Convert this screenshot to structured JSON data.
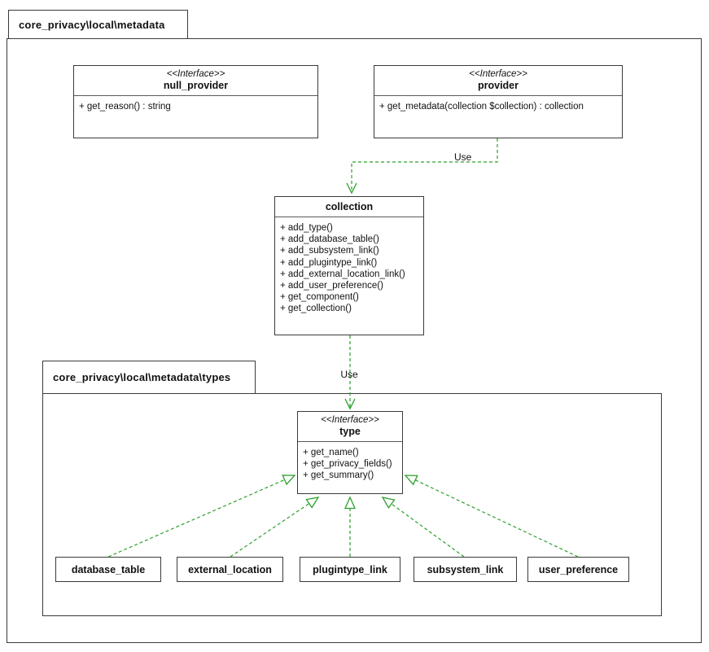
{
  "packages": {
    "outer": {
      "label": "core_privacy\\local\\metadata"
    },
    "inner": {
      "label": "core_privacy\\local\\metadata\\types"
    }
  },
  "classes": {
    "null_provider": {
      "stereotype": "<<Interface>>",
      "name": "null_provider",
      "members": [
        "+ get_reason() : string"
      ]
    },
    "provider": {
      "stereotype": "<<Interface>>",
      "name": "provider",
      "members": [
        "+ get_metadata(collection $collection) : collection"
      ]
    },
    "collection": {
      "name": "collection",
      "members": [
        "+ add_type()",
        "+ add_database_table()",
        "+ add_subsystem_link()",
        "+ add_plugintype_link()",
        "+ add_external_location_link()",
        "+ add_user_preference()",
        "+ get_component()",
        "+ get_collection()"
      ]
    },
    "type": {
      "stereotype": "<<Interface>>",
      "name": "type",
      "members": [
        "+ get_name()",
        "+ get_privacy_fields()",
        "+ get_summary()"
      ]
    },
    "subtypes": [
      "database_table",
      "external_location",
      "plugintype_link",
      "subsystem_link",
      "user_preference"
    ]
  },
  "edges": {
    "provider_collection": {
      "label": "Use"
    },
    "collection_type": {
      "label": "Use"
    }
  },
  "colors": {
    "arrow_green": "#2ca02c",
    "border": "#3a3a3a"
  }
}
